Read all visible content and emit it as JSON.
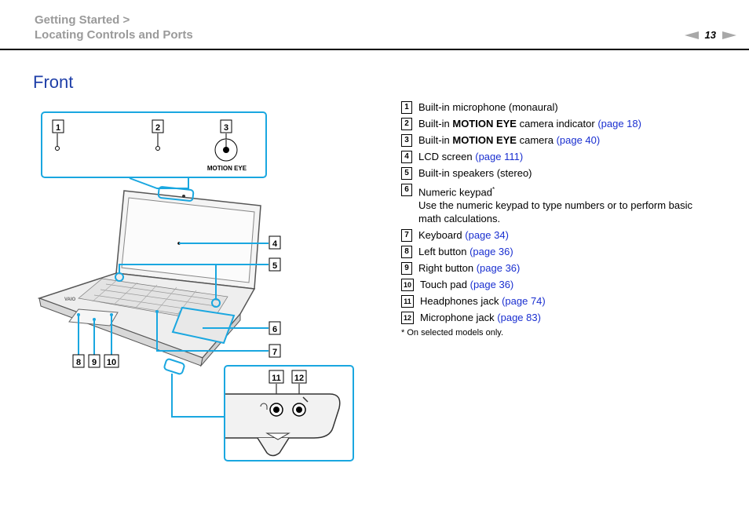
{
  "header": {
    "breadcrumb_1": "Getting Started >",
    "breadcrumb_2": "Locating Controls and Ports",
    "page_number": "13"
  },
  "section_title": "Front",
  "callout_labels": {
    "motion_eye": "MOTION EYE"
  },
  "items": [
    {
      "num": "1",
      "pre": "Built-in microphone (monaural)",
      "bold": "",
      "post": "",
      "link": ""
    },
    {
      "num": "2",
      "pre": "Built-in ",
      "bold": "MOTION EYE",
      "post": " camera indicator ",
      "link": "(page 18)"
    },
    {
      "num": "3",
      "pre": "Built-in ",
      "bold": "MOTION EYE",
      "post": " camera ",
      "link": "(page 40)"
    },
    {
      "num": "4",
      "pre": "LCD screen ",
      "bold": "",
      "post": "",
      "link": "(page 111)"
    },
    {
      "num": "5",
      "pre": "Built-in speakers (stereo)",
      "bold": "",
      "post": "",
      "link": ""
    },
    {
      "num": "6",
      "pre": "Numeric keypad",
      "bold": "",
      "post": "",
      "link": "",
      "sup": "*",
      "desc": "Use the numeric keypad to type numbers or to perform basic math calculations."
    },
    {
      "num": "7",
      "pre": "Keyboard ",
      "bold": "",
      "post": "",
      "link": "(page 34)"
    },
    {
      "num": "8",
      "pre": "Left button ",
      "bold": "",
      "post": "",
      "link": "(page 36)"
    },
    {
      "num": "9",
      "pre": "Right button ",
      "bold": "",
      "post": "",
      "link": "(page 36)"
    },
    {
      "num": "10",
      "pre": "Touch pad ",
      "bold": "",
      "post": "",
      "link": "(page 36)"
    },
    {
      "num": "11",
      "pre": "Headphones jack ",
      "bold": "",
      "post": "",
      "link": "(page 74)"
    },
    {
      "num": "12",
      "pre": "Microphone jack ",
      "bold": "",
      "post": "",
      "link": "(page 83)"
    }
  ],
  "footnote": "*    On selected models only."
}
